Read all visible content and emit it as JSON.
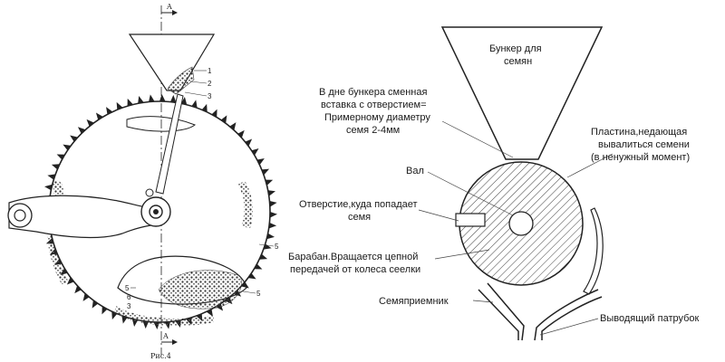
{
  "left_figure": {
    "section_mark_top": "A",
    "section_mark_bottom": "A",
    "callouts": [
      "1",
      "2",
      "3",
      "5",
      "5",
      "5",
      "6",
      "3"
    ],
    "caption": "Рис.4"
  },
  "right_figure": {
    "hopper_label": [
      "Бункер для",
      "семян"
    ],
    "insert_label": [
      "В дне бункера сменная",
      "вставка с отверстием=",
      "Примерному диаметру",
      "семя 2-4мм"
    ],
    "plate_label": [
      "Пластина,недающая",
      "вывалиться семени",
      "(в ненужный момент)"
    ],
    "shaft_label": "Вал",
    "hole_label": [
      "Отверстие,куда попадает",
      "семя"
    ],
    "drum_label": [
      "Барабан.Вращается цепной",
      "передачей от колеса сеелки"
    ],
    "receiver_label": "Семяприемник",
    "outlet_label": "Выводящий патрубок"
  }
}
